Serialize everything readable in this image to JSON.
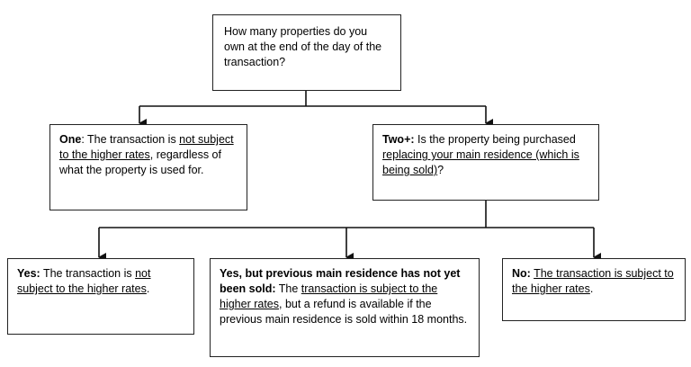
{
  "question": {
    "text": "How many properties do you own at the end of the day of the transaction?"
  },
  "one": {
    "label": "One",
    "sep": ": The transaction is ",
    "underlined": "not subject to the higher rates",
    "rest": ", regardless of what the property is used for."
  },
  "two": {
    "label": "Two+:",
    "pre": " Is the property being purchased ",
    "underlined": "replacing your main residence (which is being sold)",
    "post": "?"
  },
  "yes": {
    "label": "Yes:",
    "pre": " The transaction is ",
    "underlined": "not subject to the higher rates",
    "post": "."
  },
  "yes_but": {
    "label": "Yes, but previous main residence has not yet been sold:",
    "pre": " The ",
    "underlined": "transaction is subject to the higher rates",
    "post": ", but a refund is available if the previous main residence is sold within 18 months."
  },
  "no": {
    "label": "No:",
    "pre": " ",
    "underlined": "The transaction is subject to the higher rates",
    "post": "."
  }
}
